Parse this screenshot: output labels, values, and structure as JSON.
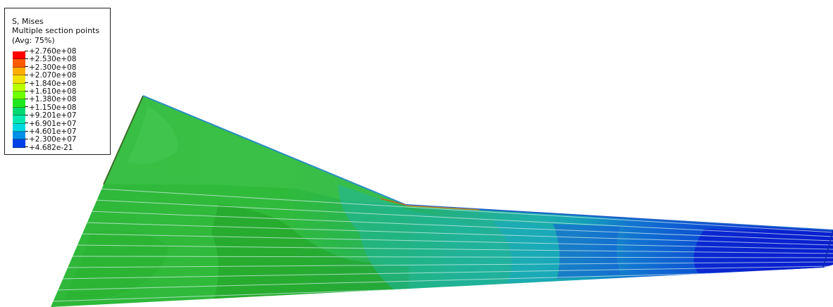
{
  "legend": {
    "variable": "S, Mises",
    "section": "Multiple section points",
    "averaging": "(Avg: 75%)",
    "values": [
      "+2.760e+08",
      "+2.530e+08",
      "+2.300e+08",
      "+2.070e+08",
      "+1.840e+08",
      "+1.610e+08",
      "+1.380e+08",
      "+1.150e+08",
      "+9.201e+07",
      "+6.901e+07",
      "+4.601e+07",
      "+2.300e+07",
      "+4.682e-21"
    ],
    "colors": [
      "#ff0000",
      "#ff5a00",
      "#ffad00",
      "#f0e000",
      "#b8ff00",
      "#6eff00",
      "#20e820",
      "#00d870",
      "#00e8b0",
      "#00d8e0",
      "#0090e8",
      "#0040e8",
      "#0000d8"
    ]
  },
  "contour_colors": {
    "high_green": "#21ad33",
    "mid_green": "#2fbf3f",
    "light_green": "#3cc24a",
    "teal_green": "#26b56a",
    "teal": "#22b2a0",
    "cyan_blue": "#1a9ac0",
    "blue": "#1168d0",
    "dark_blue": "#0a2ad2",
    "edge_highlight": "#ff8a00"
  }
}
